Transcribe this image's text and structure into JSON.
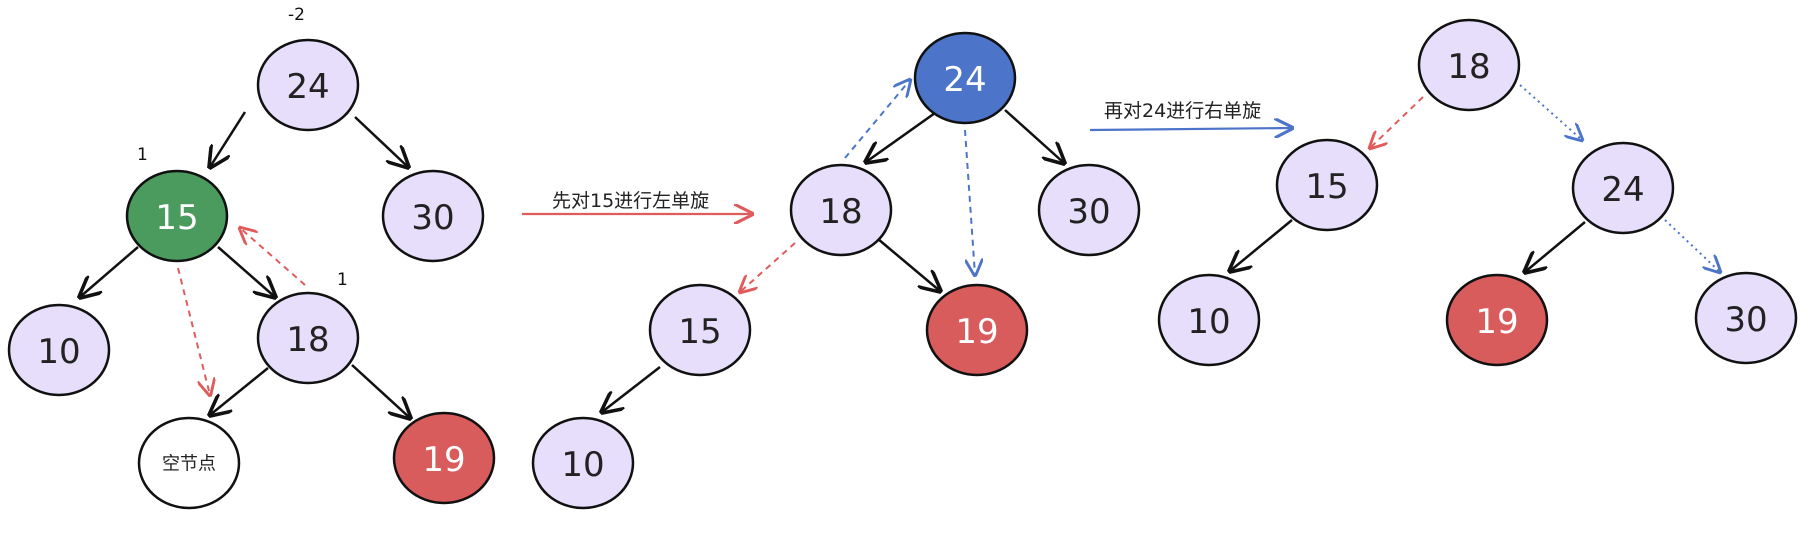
{
  "colors": {
    "default_fill": "#e6defa",
    "green_fill": "#4b9a5e",
    "red_fill": "#d95c5c",
    "blue_fill": "#4c74c9",
    "white_fill": "#ffffff",
    "red_arrow": "#e05c5c",
    "blue_arrow": "#4c74c9",
    "black": "#111111"
  },
  "stage1": {
    "balance_24": "-2",
    "balance_15": "1",
    "balance_18": "1",
    "nodes": {
      "n24": "24",
      "n15": "15",
      "n30": "30",
      "n10": "10",
      "n18": "18",
      "empty": "空节点",
      "n19": "19"
    }
  },
  "step1": {
    "label": "先对15进行左单旋"
  },
  "stage2": {
    "nodes": {
      "n24": "24",
      "n18": "18",
      "n30": "30",
      "n15": "15",
      "n19": "19",
      "n10": "10"
    }
  },
  "step2": {
    "label": "再对24进行右单旋"
  },
  "stage3": {
    "nodes": {
      "n18": "18",
      "n15": "15",
      "n24": "24",
      "n10": "10",
      "n19": "19",
      "n30": "30"
    }
  }
}
